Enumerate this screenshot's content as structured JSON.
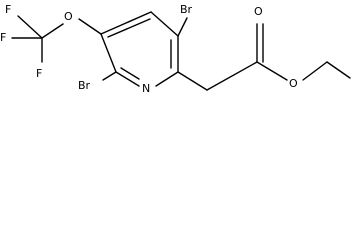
{
  "structure": {
    "atoms": {
      "fluorine_top": "F",
      "fluorine_left": "F",
      "fluorine_bottom": "F",
      "ether_oxygen": "O",
      "bromine_upper": "Br",
      "bromine_lower": "Br",
      "ring_nitrogen": "N",
      "carbonyl_oxygen": "O",
      "ester_oxygen": "O"
    }
  }
}
